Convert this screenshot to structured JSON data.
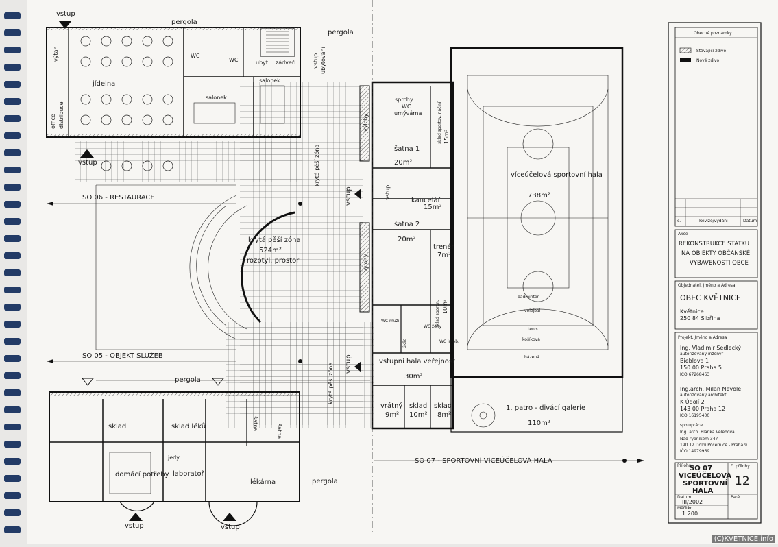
{
  "rooms": {
    "vstup": "vstup",
    "pergola": "pergola",
    "vytah": "výtah",
    "wc": "WC",
    "ubyt": "ubyt.",
    "zadveri": "zádveří",
    "vstup_ubytovani_1": "vstup",
    "vstup_ubytovani_2": "ubytování",
    "jidelna": "jídelna",
    "salonek": "salonek",
    "office": "office",
    "distribuce": "distribuce",
    "kryta_pesi_zona": "krytá pěší zóna",
    "kryta_pesi_zona_area": "524m²",
    "rozptyl_prostor": "rozptyl. prostor",
    "vylohy": "výlohy",
    "sprchy": "sprchy",
    "umyvarna": "umývárna",
    "sklad_sportov_naradi_1": "sklad sportov. náčiní",
    "sklad_sportov_area": "15m²",
    "satna1": "šatna 1",
    "satna1_area": "20m²",
    "kancelar": "kancelář",
    "kancelar_area": "15m²",
    "satna2": "šatna 2",
    "satna2_area": "20m²",
    "trener": "trenér",
    "trener_area": "7m²",
    "sklad_sport_n": "sklad sport.n.",
    "sklad_sport_n_area": "10m²",
    "wc_muzi": "WC muži",
    "wc_zeny": "WC ženy",
    "uklid": "úklid",
    "wc_imob": "WC imob.",
    "vstupni_hala": "vstupní hala veřejnost",
    "vstupni_hala_area": "30m²",
    "vratny": "vrátný",
    "vratny_area": "9m²",
    "sklad": "sklad",
    "sklad_10": "10m²",
    "sklad_8": "8m²",
    "viceucelova_hala": "víceúčelová sportovní hala",
    "hala_area": "738m²",
    "patro_galerie": "1. patro - divácí galerie",
    "galerie_area": "110m²",
    "skladlek": "sklad léků",
    "satna": "šatna",
    "domaci_potreby": "domácí potřeby",
    "jedy": "jedy",
    "laborator": "laboratoř",
    "lekarna": "lékárna",
    "badminton": "badminton",
    "volejbal": "volejbal",
    "tenis": "tenis",
    "kosikova": "košíková",
    "hazena": "házená"
  },
  "sections": {
    "so06": "SO 06 - RESTAURACE",
    "so05": "SO 05 - OBJEKT SLUŽEB",
    "so07": "SO 07 - SPORTOVNÍ VÍCEÚČELOVÁ HALA"
  },
  "title_block": {
    "notes_title": "Obecné poznámky",
    "legend_existing": "Stávající zdivo",
    "legend_new": "Nové zdivo",
    "rev_c": "č.",
    "rev_label": "Revize/vydání",
    "rev_date": "Datum",
    "akce_label": "Akce",
    "akce": "REKONSTRUKCE STATKU NA OBJEKTY OBČANSKÉ VYBAVENOSTI OBCE",
    "client_label": "Objednatel, Jméno a Adresa",
    "client_name": "OBEC KVĚTNICE",
    "client_addr1": "Květnice",
    "client_addr2": "250 84 Sibřina",
    "project_label": "Projekt, Jméno a Adresa",
    "designer1": "Ing. Vladimír Sedlecký",
    "designer1_role": "autorizovaný inženýr",
    "designer1_addr1": "Bieblova 1",
    "designer1_addr2": "150 00 Praha 5",
    "designer1_ico": "IČO:67268463",
    "designer2": "Ing.arch. Milan Nevole",
    "designer2_role": "autorizovaný architekt",
    "designer2_addr1": "K Údolí 2",
    "designer2_addr2": "143 00 Praha 12",
    "designer2_ico": "IČO:16195400",
    "coop_label": "spolupráce",
    "designer3": "Ing. arch. Blanka Velebová",
    "designer3_addr1": "Nad rybníkem 347",
    "designer3_addr2": "190 12 Dolní Počernice - Praha 9",
    "designer3_ico": "IČO:14979969",
    "priloha_label": "Příloha",
    "drawing_title": "SO 07 VÍCEÚČELOVÁ SPORTOVNÍ HALA",
    "drawing_l1": "SO 07",
    "drawing_l2": "VÍCEÚČELOVÁ",
    "drawing_l3": "SPORTOVNÍ",
    "drawing_l4": "HALA",
    "priloha_no_label": "č. přílohy",
    "priloha_no": "12",
    "date_label": "Datum",
    "date": "III/2002",
    "pare_label": "Paré",
    "scale_label": "Měřítko",
    "scale": "1:200"
  },
  "watermark": "(C)KVETNICE.info"
}
